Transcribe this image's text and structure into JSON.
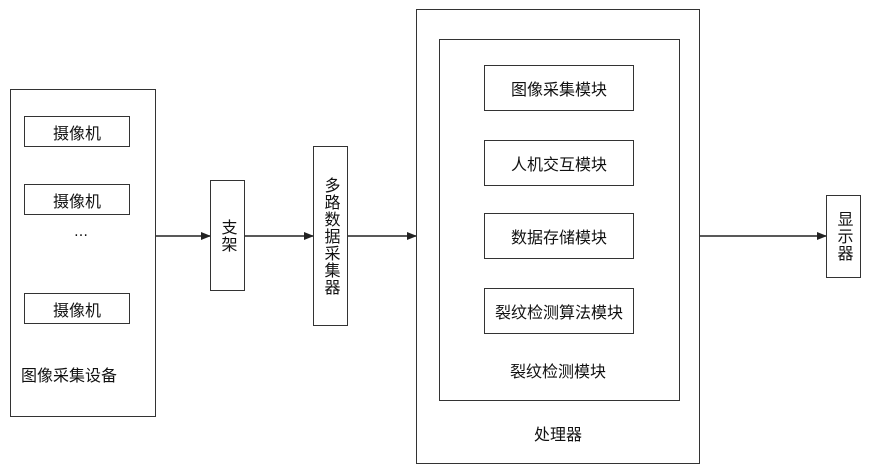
{
  "acquisition_device": {
    "title": "图像采集设备",
    "cameras": [
      "摄像机",
      "摄像机",
      "摄像机"
    ],
    "ellipsis": "…"
  },
  "support": {
    "label": "支架"
  },
  "multiplexer": {
    "label": "多路数据采集器"
  },
  "processor": {
    "title": "处理器",
    "crack_module": {
      "title": "裂纹检测模块",
      "submodules": [
        "图像采集模块",
        "人机交互模块",
        "数据存储模块",
        "裂纹检测算法模块"
      ]
    }
  },
  "display": {
    "label": "显示器"
  }
}
